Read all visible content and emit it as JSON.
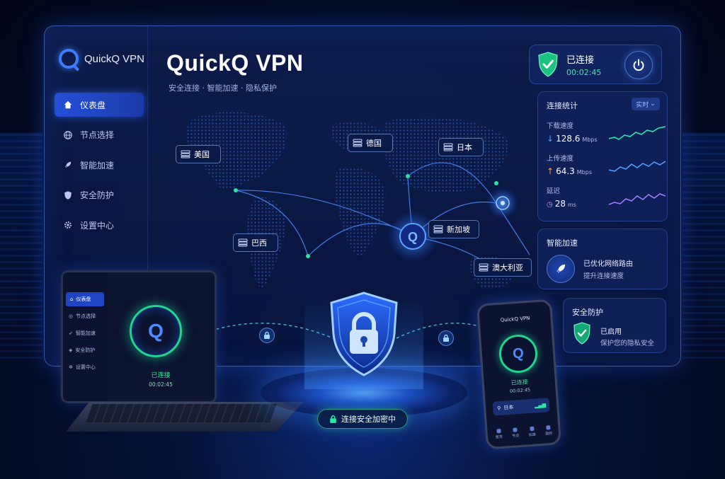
{
  "app": {
    "brand_name": "QuickQ VPN",
    "hero_title": "QuickQ VPN",
    "hero_subtitle": "安全连接 · 智能加速 · 隐私保护"
  },
  "sidebar": {
    "items": [
      {
        "label": "仪表盘",
        "icon": "home-icon",
        "active": true
      },
      {
        "label": "节点选择",
        "icon": "globe-icon",
        "active": false
      },
      {
        "label": "智能加速",
        "icon": "rocket-icon",
        "active": false
      },
      {
        "label": "安全防护",
        "icon": "shield-icon",
        "active": false
      },
      {
        "label": "设置中心",
        "icon": "gear-icon",
        "active": false
      }
    ]
  },
  "map": {
    "nodes": [
      {
        "label": "美国"
      },
      {
        "label": "德国"
      },
      {
        "label": "日本"
      },
      {
        "label": "巴西"
      },
      {
        "label": "新加坡"
      },
      {
        "label": "澳大利亚"
      }
    ],
    "hub_label": "Q"
  },
  "status": {
    "text": "已连接",
    "time": "00:02:45"
  },
  "stats": {
    "title": "连接统计",
    "mode": "实时",
    "download": {
      "label": "下载速度",
      "value": "128.6",
      "unit": "Mbps"
    },
    "upload": {
      "label": "上传速度",
      "value": "64.3",
      "unit": "Mbps"
    },
    "latency": {
      "label": "延迟",
      "value": "28",
      "unit": "ms"
    }
  },
  "accel": {
    "title": "智能加速",
    "line1": "已优化网络路由",
    "line2": "提升连接速度"
  },
  "security": {
    "title": "安全防护",
    "line1": "已启用",
    "line2": "保护您的隐私安全"
  },
  "laptop": {
    "items": [
      "仪表盘",
      "节点选择",
      "智能加速",
      "安全防护",
      "设置中心"
    ],
    "status": "已连接",
    "time": "00:02:45",
    "logo": "Q"
  },
  "center": {
    "secure_label": "连接安全加密中"
  },
  "phone": {
    "brand": "QuickQ VPN",
    "logo": "Q",
    "status": "已连接",
    "time": "00:02:45",
    "location": "日本",
    "tabs": [
      "首页",
      "节点",
      "加速",
      "我的"
    ]
  },
  "colors": {
    "accent": "#2f6bff",
    "connected": "#1fd68f",
    "background": "#030a24"
  }
}
